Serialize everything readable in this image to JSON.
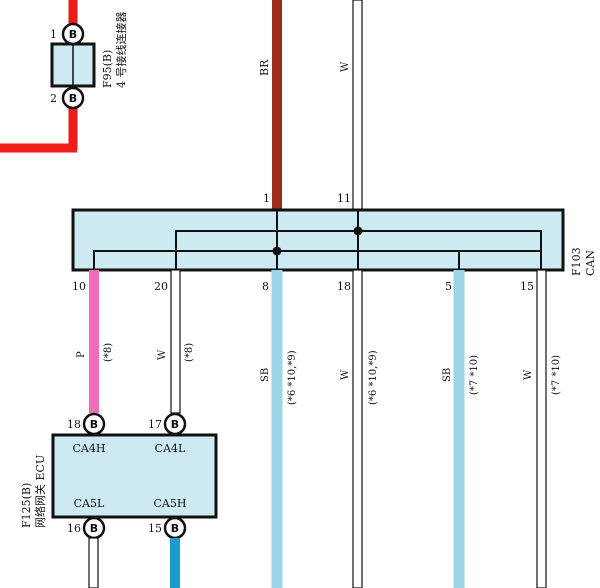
{
  "connectors": {
    "f95": {
      "pin_top": "1",
      "pin_bottom": "2",
      "badge": "B",
      "id_label": "F95(B)",
      "name_label": "4 号接线连接器"
    },
    "f103": {
      "id_label": "F103",
      "name_label": "CAN",
      "pins_top": {
        "p1": "1",
        "p11": "11"
      },
      "pins_bottom": {
        "p10": "10",
        "p20": "20",
        "p8": "8",
        "p18": "18",
        "p5": "5",
        "p15": "15"
      }
    },
    "f125": {
      "id_label": "F125(B)",
      "name_label": "网络网关 ECU",
      "badge": "B",
      "pins": {
        "p18": "18",
        "p17": "17",
        "p16": "16",
        "p15": "15"
      },
      "terminals": {
        "ca4h": "CA4H",
        "ca4l": "CA4L",
        "ca5l": "CA5L",
        "ca5h": "CA5H"
      }
    }
  },
  "wires": {
    "top_br": {
      "color_code": "BR",
      "color": "#9b2d1a"
    },
    "top_w": {
      "color_code": "W",
      "color": "#ffffff"
    },
    "w10": {
      "color_code": "P",
      "note": "(*8)",
      "color": "#ee6db4"
    },
    "w20": {
      "color_code": "W",
      "note": "(*8)",
      "color": "#ffffff"
    },
    "w8": {
      "color_code": "SB",
      "note": "(*6 *10,*9)",
      "color": "#9dd4e6"
    },
    "w18": {
      "color_code": "W",
      "note": "(*6 *10,*9)",
      "color": "#ffffff"
    },
    "w5": {
      "color_code": "SB",
      "note": "(*7 *10)",
      "color": "#9dd4e6"
    },
    "w15": {
      "color_code": "W",
      "note": "(*7 *10)",
      "color": "#ffffff"
    },
    "red_power": {
      "color": "#f01a1a"
    },
    "teal_out": {
      "color": "#1a9ccc"
    }
  },
  "colors": {
    "connector_fill": "#cde9f2",
    "outline": "#111111"
  }
}
